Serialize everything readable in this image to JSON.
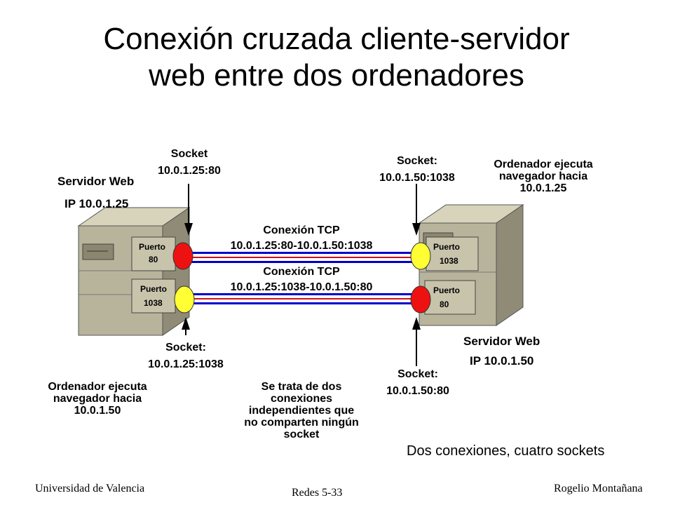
{
  "title": [
    "Conexión cruzada cliente-servidor",
    "web entre dos ordenadores"
  ],
  "left_server": {
    "name": "Servidor Web",
    "ip": "IP 10.0.1.25",
    "port_top": [
      "Puerto",
      "80"
    ],
    "port_bottom": [
      "Puerto",
      "1038"
    ]
  },
  "right_server": {
    "name": "Servidor Web",
    "ip": "IP 10.0.1.50",
    "port_top": [
      "Puerto",
      "1038"
    ],
    "port_bottom": [
      "Puerto",
      "80"
    ]
  },
  "sockets": {
    "left_top": [
      "Socket",
      "10.0.1.25:80"
    ],
    "left_bottom": [
      "Socket:",
      "10.0.1.25:1038"
    ],
    "right_top": [
      "Socket:",
      "10.0.1.50:1038"
    ],
    "right_bottom": [
      "Socket:",
      "10.0.1.50:80"
    ]
  },
  "connections": {
    "top": [
      "Conexión TCP",
      "10.0.1.25:80-10.0.1.50:1038"
    ],
    "bottom": [
      "Conexión TCP",
      "10.0.1.25:1038-10.0.1.50:80"
    ]
  },
  "notes": {
    "right_browser": [
      "Ordenador ejecuta",
      "navegador hacia",
      "10.0.1.25"
    ],
    "left_browser": [
      "Ordenador ejecuta",
      "navegador hacia",
      "10.0.1.50"
    ],
    "middle": [
      "Se trata de dos",
      "conexiones",
      "independientes que",
      "no comparten ningún",
      "socket"
    ],
    "summary": "Dos conexiones, cuatro sockets"
  },
  "footer": {
    "left": "Universidad de Valencia",
    "center": "Redes 5-33",
    "right": "Rogelio Montañana"
  },
  "colors": {
    "server_port": "#ee1111",
    "client_port": "#ffff33",
    "tower_face": "#b8b49c",
    "tower_side": "#8f8b76",
    "tower_top": "#d8d4bc",
    "line_outer": "#0000cc",
    "line_inner": "#ffffff"
  }
}
